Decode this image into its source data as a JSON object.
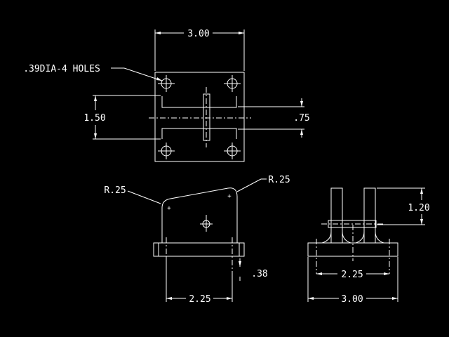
{
  "drawing": {
    "background": "#000000",
    "line_color": "#ffffff",
    "top_view": {
      "width_label": "3.00",
      "height_label": "1.50",
      "slot_label": ".75",
      "hole_note": ".39DIA-4 HOLES"
    },
    "front_view": {
      "radius_left_label": "R.25",
      "radius_right_label": "R.25",
      "width_label": "2.25",
      "thickness_label": ".38"
    },
    "side_view": {
      "height_label": "1.20",
      "inner_width_label": "2.25",
      "outer_width_label": "3.00"
    }
  }
}
